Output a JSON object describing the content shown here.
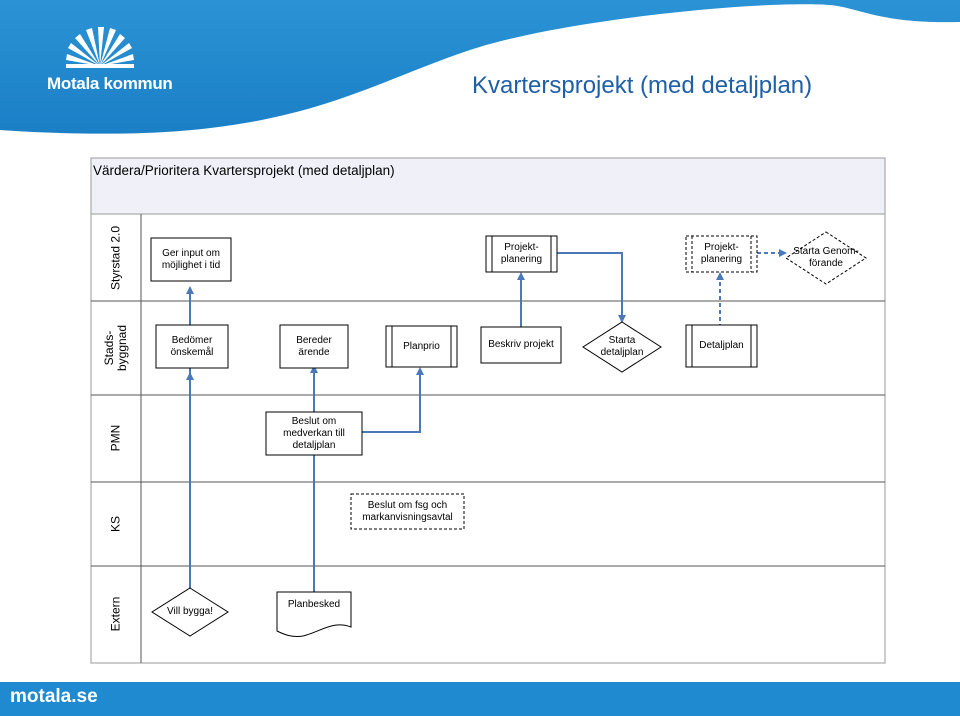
{
  "header": {
    "logo_text": "Motala kommun",
    "page_title": "Kvartersprojekt (med detaljplan)"
  },
  "footer": {
    "site": "motala.se"
  },
  "diagram": {
    "title": "Värdera/Prioritera Kvartersprojekt (med detaljplan)",
    "lanes": [
      {
        "id": "styrstad",
        "label": "Styrstad 2.0"
      },
      {
        "id": "stadsbyggnad",
        "label_line1": "Stads-",
        "label_line2": "byggnad"
      },
      {
        "id": "pmn",
        "label": "PMN"
      },
      {
        "id": "ks",
        "label": "KS"
      },
      {
        "id": "extern",
        "label": "Extern"
      }
    ],
    "nodes": {
      "ger_input": {
        "line1": "Ger input om",
        "line2": "möjlighet i tid"
      },
      "projektplanering_1": {
        "line1": "Projekt-",
        "line2": "planering"
      },
      "projektplanering_2": {
        "line1": "Projekt-",
        "line2": "planering"
      },
      "starta_genomforande": {
        "line1": "Starta Genom-",
        "line2": "förande"
      },
      "bedomer": {
        "line1": "Bedömer",
        "line2": "önskemål"
      },
      "bereder": {
        "line1": "Bereder",
        "line2": "ärende"
      },
      "planprio": {
        "text": "Planprio"
      },
      "beskriv_projekt": {
        "text": "Beskriv projekt"
      },
      "starta_detaljplan": {
        "line1": "Starta",
        "line2": "detaljplan"
      },
      "detaljplan": {
        "text": "Detaljplan"
      },
      "beslut_medverkan": {
        "line1": "Beslut om",
        "line2": "medverkan till",
        "line3": "detaljplan"
      },
      "beslut_fsg": {
        "line1": "Beslut om fsg och",
        "line2": "markanvisningsavtal"
      },
      "vill_bygga": {
        "text": "Vill bygga!"
      },
      "planbesked": {
        "text": "Planbesked"
      }
    },
    "colors": {
      "arrow": "#4a78b8",
      "box_fill": "#ffffff",
      "stroke": "#000000",
      "header_fill": "#f0f1f8",
      "brand_blue": "#1f8ad0"
    }
  }
}
